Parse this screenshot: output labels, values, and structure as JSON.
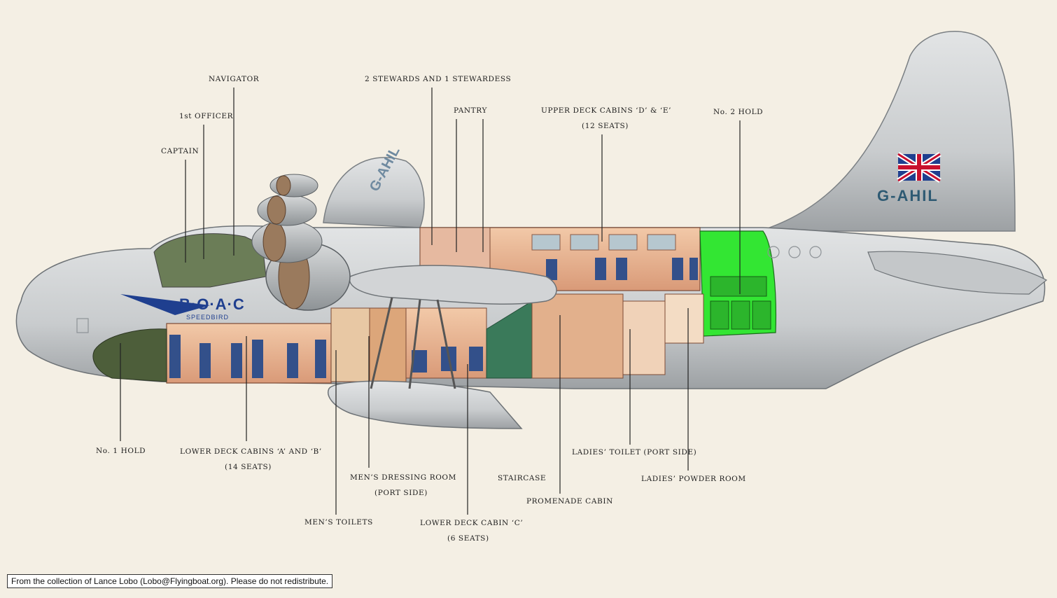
{
  "aircraft": {
    "registration": "G-AHIL",
    "logo_text": "B·O·A·C",
    "logo_subtext": "SPEEDBIRD"
  },
  "labels": {
    "navigator": "NAVIGATOR",
    "first_officer": "1st OFFICER",
    "captain": "CAPTAIN",
    "stewards": "2 STEWARDS AND 1 STEWARDESS",
    "pantry": "PANTRY",
    "upper_cabins": "UPPER DECK CABINS ‘D’ & ‘E’",
    "upper_cabins_seats": "(12 SEATS)",
    "hold_2": "No. 2 HOLD",
    "hold_1": "No. 1 HOLD",
    "lower_cabins_ab": "LOWER DECK CABINS ‘A’ AND ‘B’",
    "lower_cabins_ab_seats": "(14 SEATS)",
    "mens_dressing": "MEN’S DRESSING ROOM",
    "mens_dressing_side": "(PORT SIDE)",
    "mens_toilets": "MEN’S TOILETS",
    "staircase": "STAIRCASE",
    "lower_cabin_c": "LOWER DECK CABIN ‘C’",
    "lower_cabin_c_seats": "(6 SEATS)",
    "promenade": "PROMENADE CABIN",
    "ladies_toilet": "LADIES’ TOILET (PORT SIDE)",
    "ladies_powder": "LADIES’ POWDER ROOM"
  },
  "credit": "From the collection of Lance Lobo (Lobo@Flyingboat.org). Please do not redistribute.",
  "colors": {
    "background": "#f4efe4",
    "fuselage": "#cfd2d4",
    "hold_highlight": "#33e633",
    "logo_blue": "#1f3f8f"
  }
}
